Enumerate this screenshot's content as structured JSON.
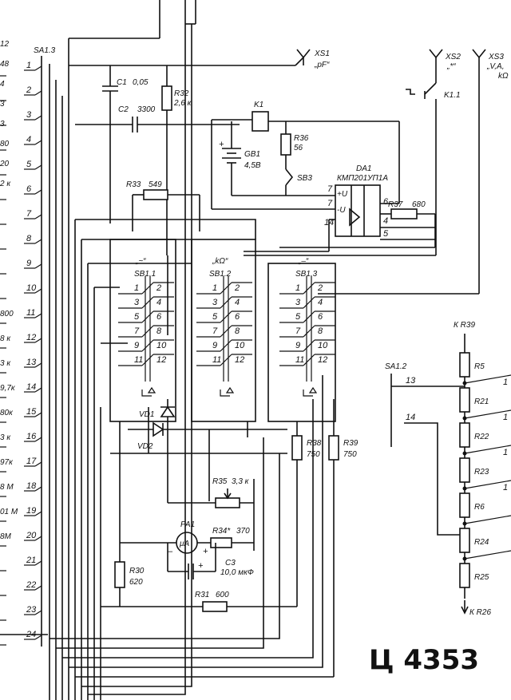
{
  "title": "Ц 4353",
  "connectors": {
    "xs1": {
      "ref": "XS1",
      "label": "„pF“"
    },
    "xs2": {
      "ref": "XS2",
      "label": "„*“"
    },
    "xs3": {
      "ref": "XS3",
      "label": "„V,A,"
    },
    "xs3_cut": "kΩ",
    "k11": "K1.1"
  },
  "components": {
    "c1": {
      "ref": "C1",
      "value": "0,05"
    },
    "c2": {
      "ref": "C2",
      "value": "3300"
    },
    "c3": {
      "ref": "C3",
      "value": "10,0 мкФ"
    },
    "r32": {
      "ref": "R32",
      "value": "2,6 к"
    },
    "r33": {
      "ref": "R33",
      "value": "549"
    },
    "r35": {
      "ref": "R35",
      "value": "3,3 к"
    },
    "r36": {
      "ref": "R36",
      "value": "56"
    },
    "r37": {
      "ref": "R37",
      "value": "680"
    },
    "r34": {
      "ref": "R34*",
      "value": "370"
    },
    "r38": {
      "ref": "R38",
      "value": "750"
    },
    "r39": {
      "ref": "R39",
      "value": "750"
    },
    "r30": {
      "ref": "R30",
      "value": "620"
    },
    "r31": {
      "ref": "R31",
      "value": "600"
    },
    "k1": "K1",
    "gb1": {
      "ref": "GB1",
      "value": "4,5В"
    },
    "sb3": "SB3",
    "da1": {
      "ref": "DA1",
      "part": "КМП201УП1А",
      "pin_plus": "+U",
      "pin_minus": "-U"
    },
    "pa1": "PA1",
    "pa1_unit": "μA",
    "vd1": "VD1",
    "vd2": "VD2"
  },
  "switches": {
    "sb11": {
      "ref": "SB1.1",
      "mode": "„~“"
    },
    "sb12": {
      "ref": "SB1.2",
      "mode": "„kΩ“"
    },
    "sb13": {
      "ref": "SB1.3",
      "mode": "„–“"
    },
    "pins": [
      "1",
      "2",
      "3",
      "4",
      "5",
      "6",
      "7",
      "8",
      "9",
      "10",
      "11",
      "12"
    ]
  },
  "da1_pins": {
    "p7a": "7",
    "p7b": "7",
    "p14": "14",
    "p6": "6",
    "p4": "4",
    "p5": "5"
  },
  "sa13": {
    "ref": "SA1.3",
    "contacts": [
      "1",
      "2",
      "3",
      "4",
      "5",
      "6",
      "7",
      "8",
      "9",
      "10",
      "11",
      "12",
      "13",
      "14",
      "15",
      "16",
      "17",
      "18",
      "19",
      "20",
      "21",
      "22",
      "23",
      "24"
    ],
    "left_values": [
      "12",
      "48",
      "4",
      "3",
      "3",
      "80",
      "20",
      "2 к",
      "800",
      "8 к",
      "3 к",
      "9,7к",
      "80к",
      "3 к",
      "97к",
      "8 М",
      "01 М",
      "8М"
    ]
  },
  "ladder": {
    "sa12": "SA1.2",
    "top": "К R39",
    "bottom": "К R26",
    "contacts": [
      "13",
      "14"
    ],
    "resistors": [
      "R5",
      "R21",
      "R22",
      "R23",
      "R6",
      "R24",
      "R25"
    ],
    "right_cut": [
      "1",
      "1",
      "1",
      "1"
    ]
  }
}
